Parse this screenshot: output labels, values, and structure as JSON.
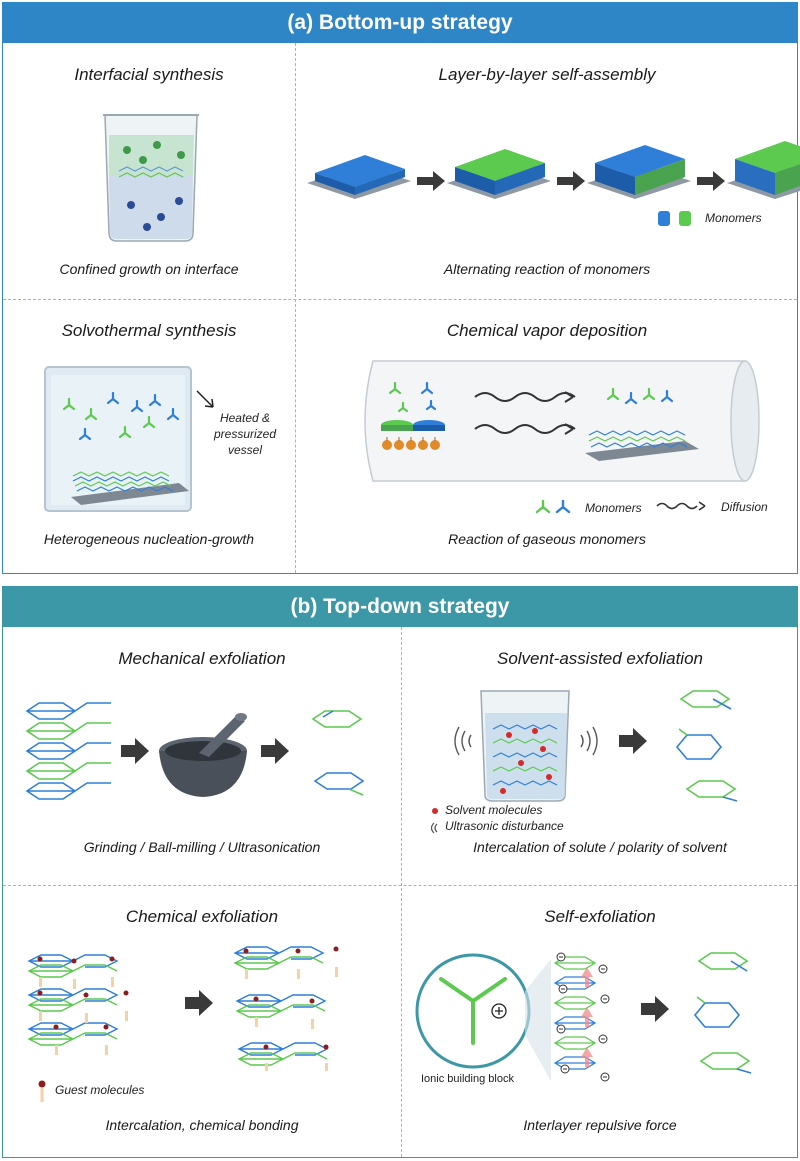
{
  "panel_a": {
    "banner": "(a) Bottom-up strategy",
    "interfacial": {
      "title": "Interfacial synthesis",
      "caption": "Confined growth on interface"
    },
    "lbl": {
      "title": "Layer-by-layer self-assembly",
      "caption": "Alternating reaction of monomers",
      "legend": "Monomers"
    },
    "solvothermal": {
      "title": "Solvothermal synthesis",
      "caption": "Heterogeneous nucleation-growth",
      "vessel_label_1": "Heated &",
      "vessel_label_2": "pressurized",
      "vessel_label_3": "vessel"
    },
    "cvd": {
      "title": "Chemical vapor deposition",
      "caption": "Reaction of gaseous monomers",
      "legend_monomers": "Monomers",
      "legend_diffusion": "Diffusion"
    }
  },
  "panel_b": {
    "banner": "(b) Top-down strategy",
    "mechanical": {
      "title": "Mechanical exfoliation",
      "caption": "Grinding / Ball-milling / Ultrasonication"
    },
    "solvent": {
      "title": "Solvent-assisted exfoliation",
      "caption": "Intercalation of solute / polarity of solvent",
      "legend_solvent": "Solvent molecules",
      "legend_ultrasonic": "Ultrasonic disturbance"
    },
    "chemical": {
      "title": "Chemical exfoliation",
      "caption": "Intercalation, chemical bonding",
      "legend_guest": "Guest molecules"
    },
    "self": {
      "title": "Self-exfoliation",
      "caption": "Interlayer repulsive force",
      "ionic_label": "Ionic building block"
    }
  },
  "colors": {
    "banner_a": "#2f86c6",
    "banner_b": "#3c97a6",
    "monomer_blue": "#2f7fd8",
    "monomer_green": "#5cc94f",
    "arrow": "#3a3a3a"
  }
}
